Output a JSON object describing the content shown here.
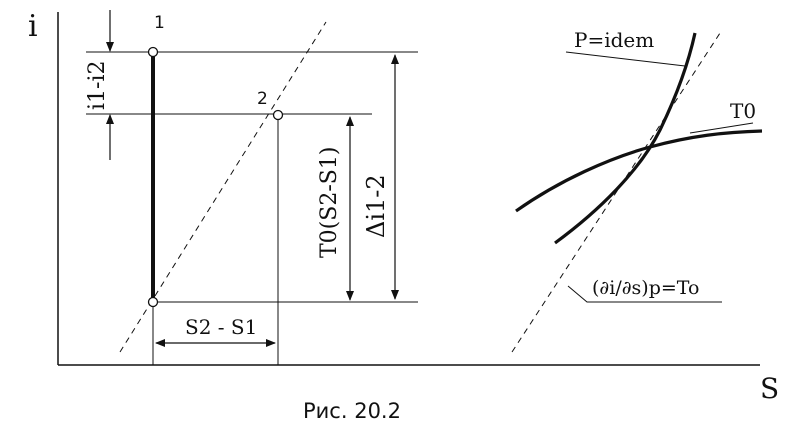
{
  "figure": {
    "caption": "Рис. 20.2",
    "axis": {
      "y_label": "i",
      "x_label": "S"
    },
    "left_diagram": {
      "point_1": "1",
      "point_2": "2",
      "label_i_diff": "i1-i2",
      "label_T0_ds": "T0(S2-S1)",
      "label_delta_i": "Δi1-2",
      "label_ds": "S2 - S1"
    },
    "right_diagram": {
      "label_isobar": "P=idem",
      "label_isotherm": "T0",
      "label_tangent": "(∂i/∂s)p=To"
    }
  }
}
